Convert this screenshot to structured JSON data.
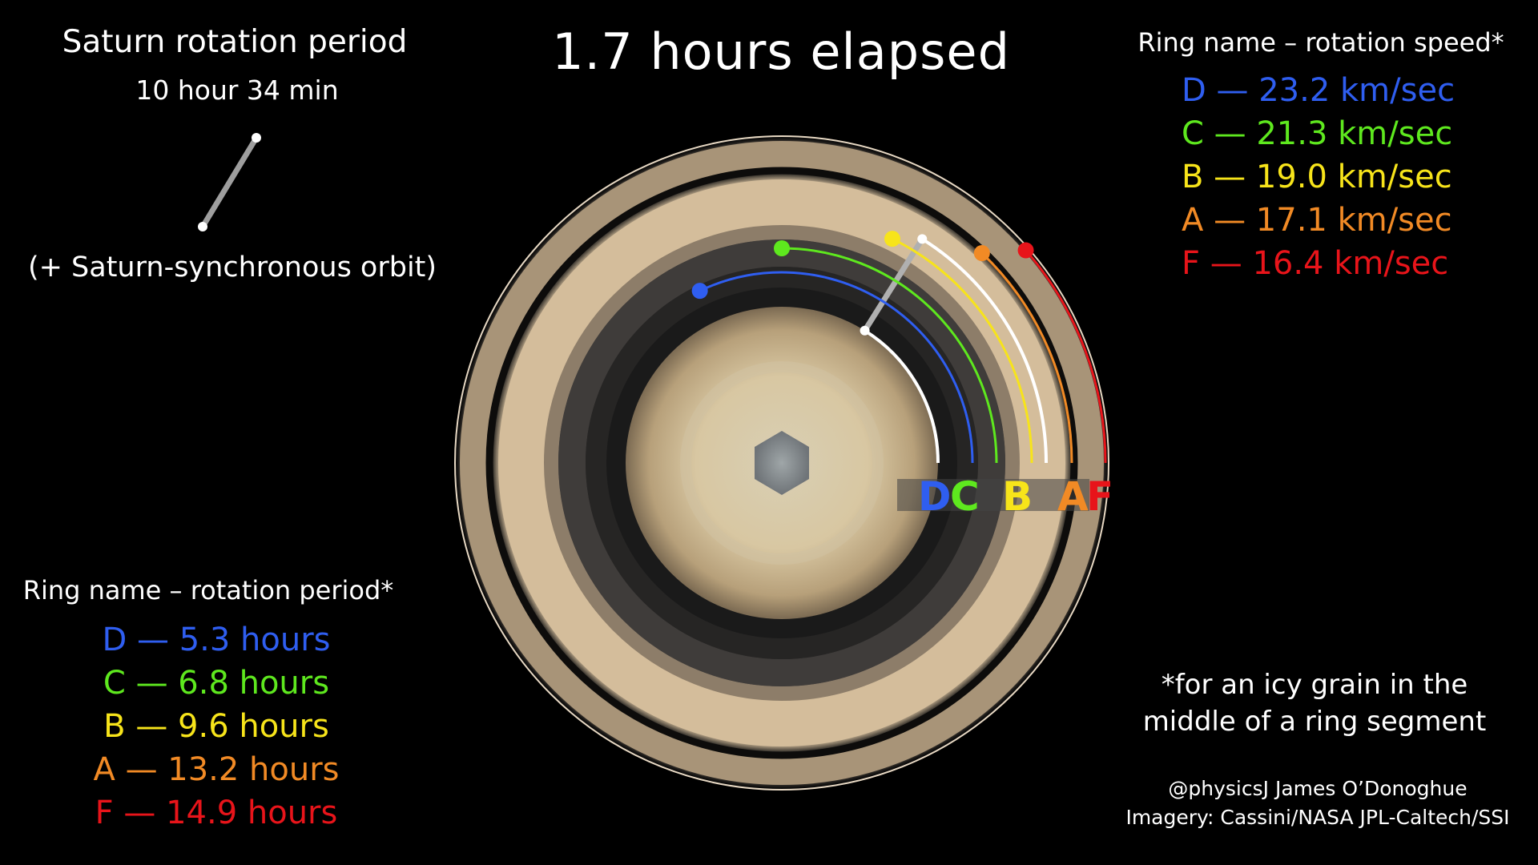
{
  "headline": "1.7 hours elapsed",
  "saturn": {
    "title": "Saturn rotation period",
    "period": "10 hour 34 min",
    "note": "(+ Saturn-synchronous orbit)"
  },
  "speeds": {
    "title": "Ring name – rotation speed*",
    "items": [
      {
        "ring": "D",
        "text": "D — 23.2 km/sec",
        "color": "#2f5ef0"
      },
      {
        "ring": "C",
        "text": "C — 21.3 km/sec",
        "color": "#5ee81e"
      },
      {
        "ring": "B",
        "text": "B — 19.0 km/sec",
        "color": "#f7e41a"
      },
      {
        "ring": "A",
        "text": "A — 17.1 km/sec",
        "color": "#f18a25"
      },
      {
        "ring": "F",
        "text": "F — 16.4 km/sec",
        "color": "#e8141a"
      }
    ]
  },
  "periods": {
    "title": "Ring name – rotation period*",
    "items": [
      {
        "ring": "D",
        "text": "D — 5.3 hours",
        "color": "#2f5ef0"
      },
      {
        "ring": "C",
        "text": "C — 6.8 hours",
        "color": "#5ee81e"
      },
      {
        "ring": "B",
        "text": "B — 9.6 hours",
        "color": "#f7e41a"
      },
      {
        "ring": "A",
        "text": "A — 13.2 hours",
        "color": "#f18a25"
      },
      {
        "ring": "F",
        "text": "F — 14.9 hours",
        "color": "#e8141a"
      }
    ]
  },
  "ring_labels": {
    "D": "D",
    "C": "C",
    "B": "B",
    "A": "A",
    "F": "F"
  },
  "footnote": "*for an icy grain in the middle of a ring segment",
  "credit": {
    "line1": "@physicsJ  James O’Donoghue",
    "line2": "Imagery: Cassini/NASA JPL-Caltech/SSI"
  }
}
